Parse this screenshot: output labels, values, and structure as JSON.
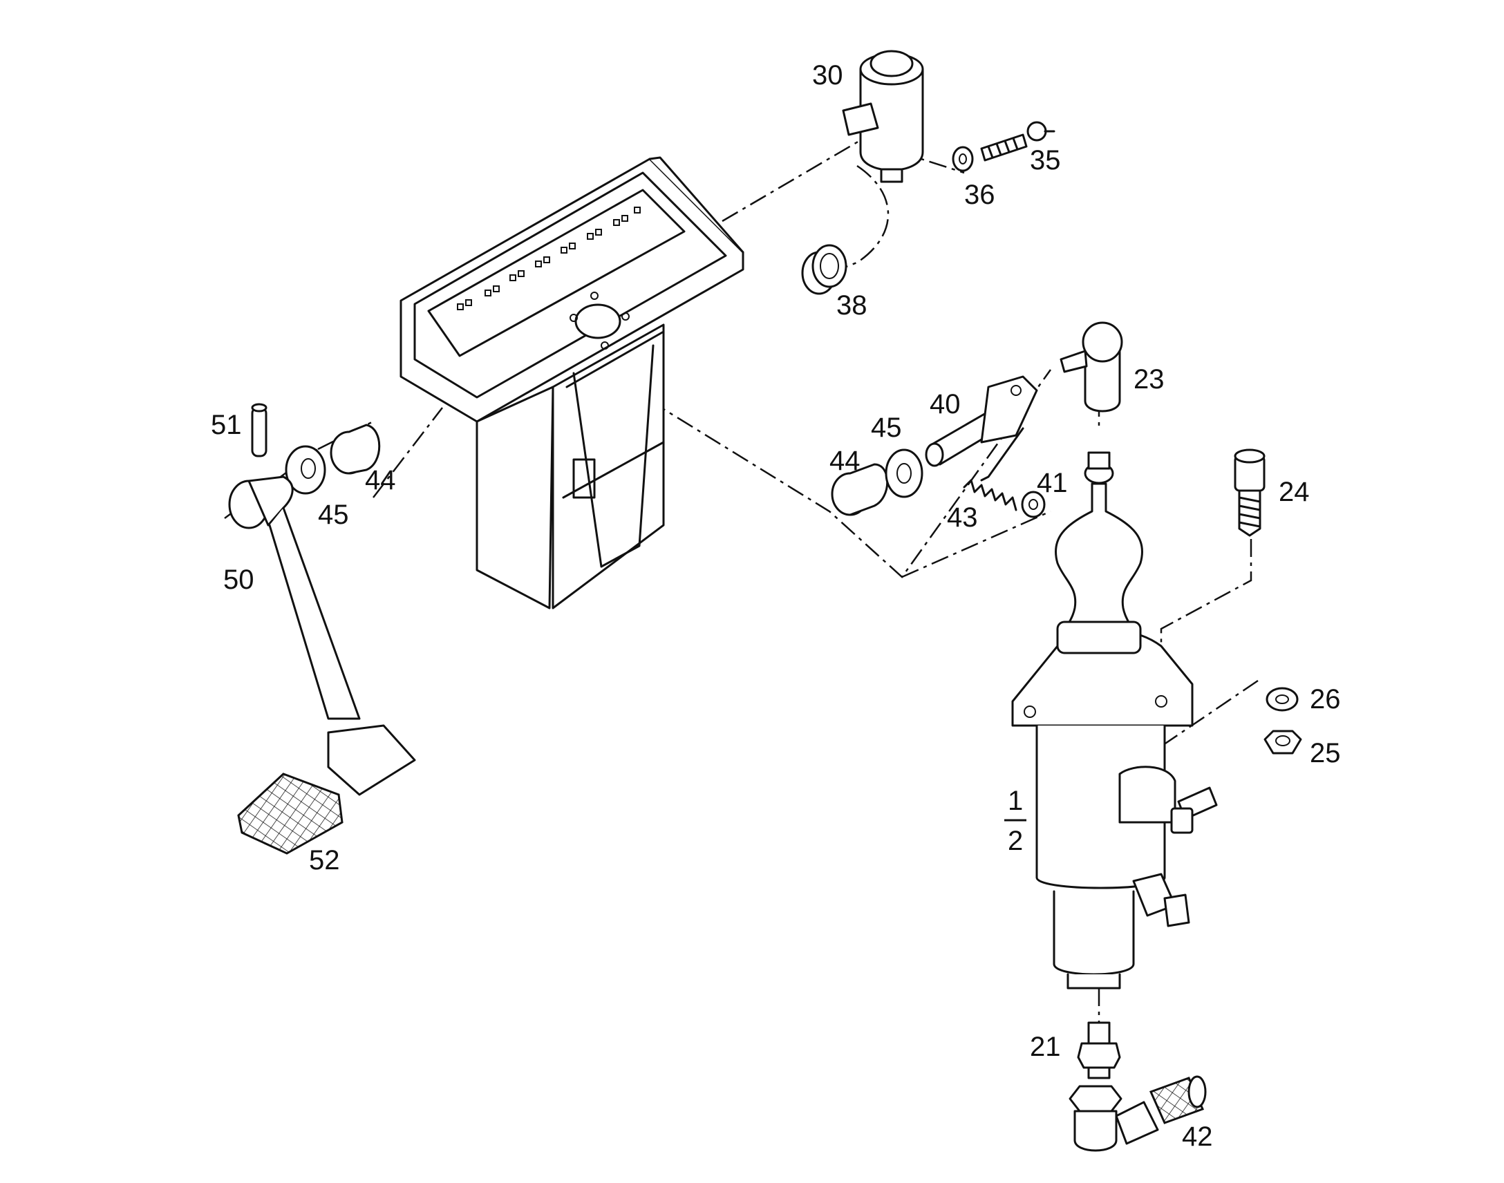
{
  "callouts": {
    "c30": "30",
    "c35": "35",
    "c36": "36",
    "c38": "38",
    "c23": "23",
    "c40": "40",
    "c45a": "45",
    "c44a": "44",
    "c41": "41",
    "c43": "43",
    "c24": "24",
    "c51": "51",
    "c45b": "45",
    "c44b": "44",
    "c50": "50",
    "c52": "52",
    "c26": "26",
    "c25": "25",
    "c1": "1",
    "c2": "2",
    "c21": "21",
    "c42": "42"
  },
  "colors": {
    "ink": "#111111",
    "paper": "#ffffff"
  }
}
